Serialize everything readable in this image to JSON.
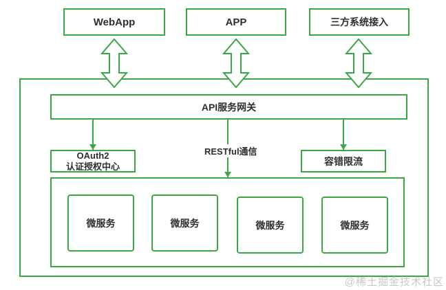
{
  "diagram": {
    "title_hint": "microservice-architecture-diagram",
    "top_nodes": [
      {
        "label": "WebApp"
      },
      {
        "label": "APP"
      },
      {
        "label": "三方系统接入"
      }
    ],
    "gateway": {
      "label": "API服务网关"
    },
    "oauth": {
      "line1": "OAuth2",
      "line2": "认证授权中心"
    },
    "rest_label": "RESTful通信",
    "fault": {
      "label": "容错限流"
    },
    "microservices": [
      "微服务",
      "微服务",
      "微服务",
      "微服务"
    ],
    "watermark": "@稀土掘金技术社区",
    "colors": {
      "stroke": "#3aa745",
      "text": "#2e2e2e",
      "watermark": "#c8c8c8",
      "background": "#ffffff"
    }
  }
}
